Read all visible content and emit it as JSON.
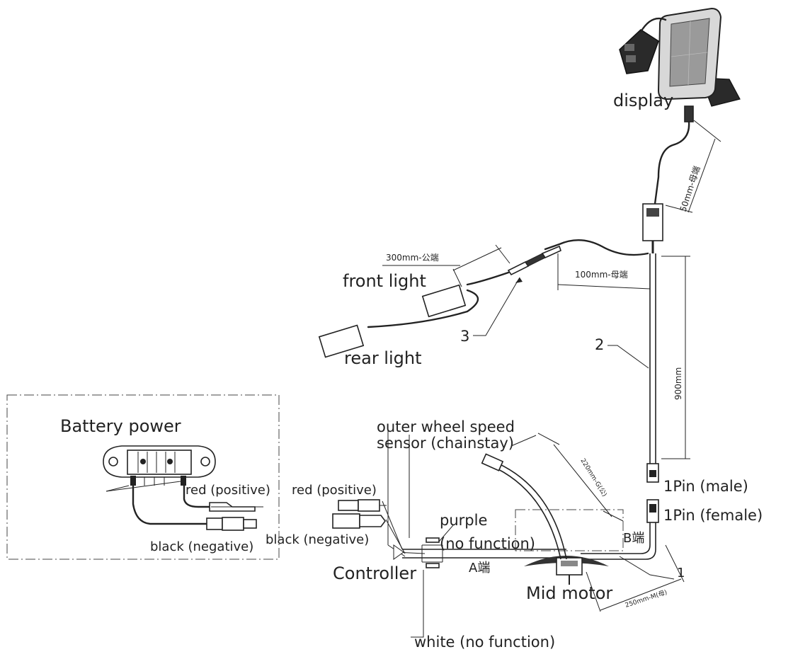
{
  "labels": {
    "display": "display",
    "front_light": "front light",
    "rear_light": "rear light",
    "battery_power": "Battery power",
    "red_positive_battery": "red (positive)",
    "black_negative_battery": "black (negative)",
    "red_positive": "red (positive)",
    "black_negative": "black (negative)",
    "wheel_sensor_line1": "outer wheel speed",
    "wheel_sensor_line2": "sensor (chainstay)",
    "purple": "purple",
    "purple_note": "(no function)",
    "controller": "Controller",
    "white": "white (no function)",
    "mid_motor": "Mid motor",
    "pin_male": "1Pin  (male)",
    "pin_female": "1Pin  (female)",
    "end_a": "A端",
    "end_b": "B端"
  },
  "dimensions": {
    "d_50": "50mm-母端",
    "d_300": "300mm-公端",
    "d_100": "100mm-母端",
    "d_900": "900mm",
    "d_220": "220mm-G(公)",
    "d_250": "250mm-M(母)"
  },
  "callouts": {
    "c1": "1",
    "c2": "2",
    "c3": "3"
  }
}
